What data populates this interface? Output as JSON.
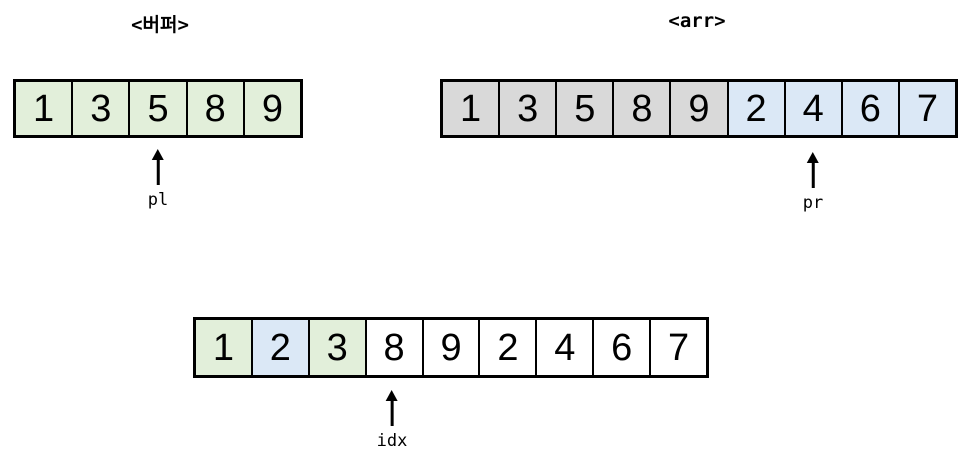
{
  "colors": {
    "green": "#e2efda",
    "blue": "#dbe8f6",
    "gray": "#d9d9d9",
    "white": "#ffffff",
    "border": "#000000",
    "text": "#000000"
  },
  "arrays": {
    "buffer": {
      "title": "<버퍼>",
      "cells": [
        {
          "value": "1",
          "fill": "green"
        },
        {
          "value": "3",
          "fill": "green"
        },
        {
          "value": "5",
          "fill": "green"
        },
        {
          "value": "8",
          "fill": "green"
        },
        {
          "value": "9",
          "fill": "green"
        }
      ],
      "pointer": {
        "label": "pl",
        "index": 2
      }
    },
    "arr": {
      "title": "<arr>",
      "cells": [
        {
          "value": "1",
          "fill": "gray"
        },
        {
          "value": "3",
          "fill": "gray"
        },
        {
          "value": "5",
          "fill": "gray"
        },
        {
          "value": "8",
          "fill": "gray"
        },
        {
          "value": "9",
          "fill": "gray"
        },
        {
          "value": "2",
          "fill": "blue"
        },
        {
          "value": "4",
          "fill": "blue"
        },
        {
          "value": "6",
          "fill": "blue"
        },
        {
          "value": "7",
          "fill": "blue"
        }
      ],
      "pointer": {
        "label": "pr",
        "index": 6
      }
    },
    "merged": {
      "cells": [
        {
          "value": "1",
          "fill": "green"
        },
        {
          "value": "2",
          "fill": "blue"
        },
        {
          "value": "3",
          "fill": "green"
        },
        {
          "value": "8",
          "fill": "white"
        },
        {
          "value": "9",
          "fill": "white"
        },
        {
          "value": "2",
          "fill": "white"
        },
        {
          "value": "4",
          "fill": "white"
        },
        {
          "value": "6",
          "fill": "white"
        },
        {
          "value": "7",
          "fill": "white"
        }
      ],
      "pointer": {
        "label": "idx",
        "index": 3
      }
    }
  }
}
